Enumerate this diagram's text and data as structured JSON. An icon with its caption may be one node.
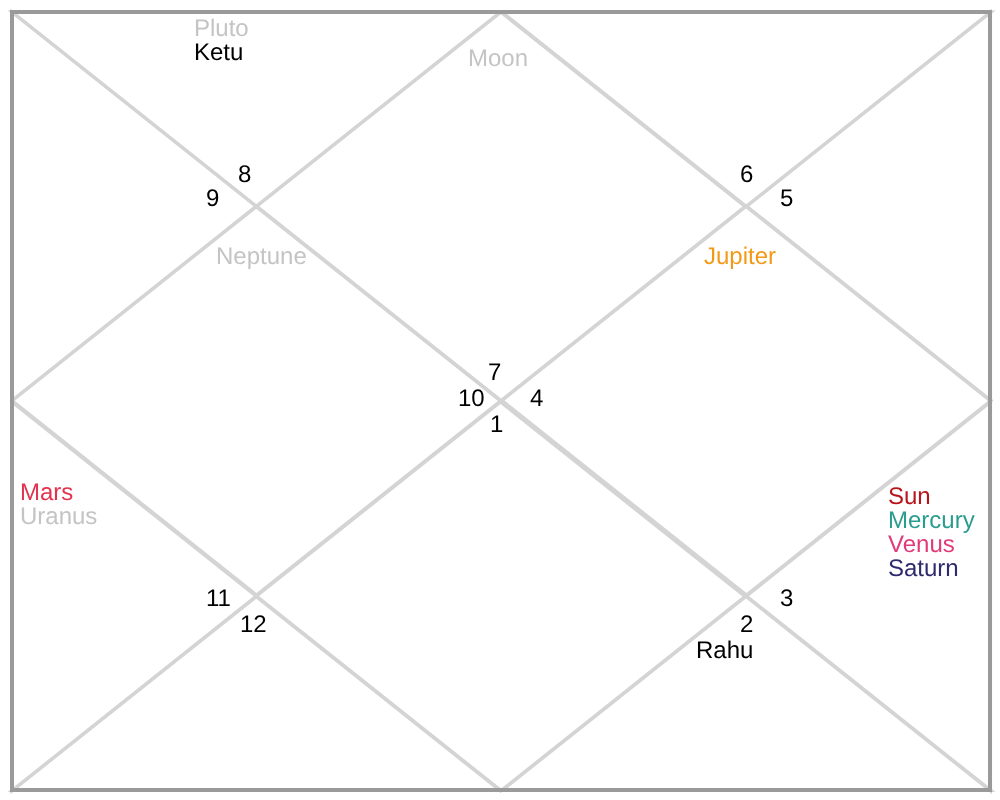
{
  "diagram": {
    "nodes": [
      {
        "text": [
          "Moon",
          "7"
        ]
      },
      {
        "text": [
          "Pluto",
          "Ketu",
          "8"
        ]
      },
      {
        "text": [
          "9"
        ]
      },
      {
        "text": [
          "Neptune",
          "10"
        ]
      },
      {
        "text": [
          "Mars",
          "Uranus",
          "11"
        ]
      },
      {
        "text": [
          "12"
        ]
      },
      {
        "text": [
          "1"
        ]
      },
      {
        "text": [
          "2",
          "Rahu"
        ]
      },
      {
        "text": [
          "Sun",
          "Mercury",
          "Venus",
          "Saturn",
          "3"
        ]
      },
      {
        "text": [
          "Jupiter",
          "4"
        ]
      },
      {
        "text": [
          "5"
        ]
      },
      {
        "text": [
          "6"
        ]
      }
    ]
  }
}
